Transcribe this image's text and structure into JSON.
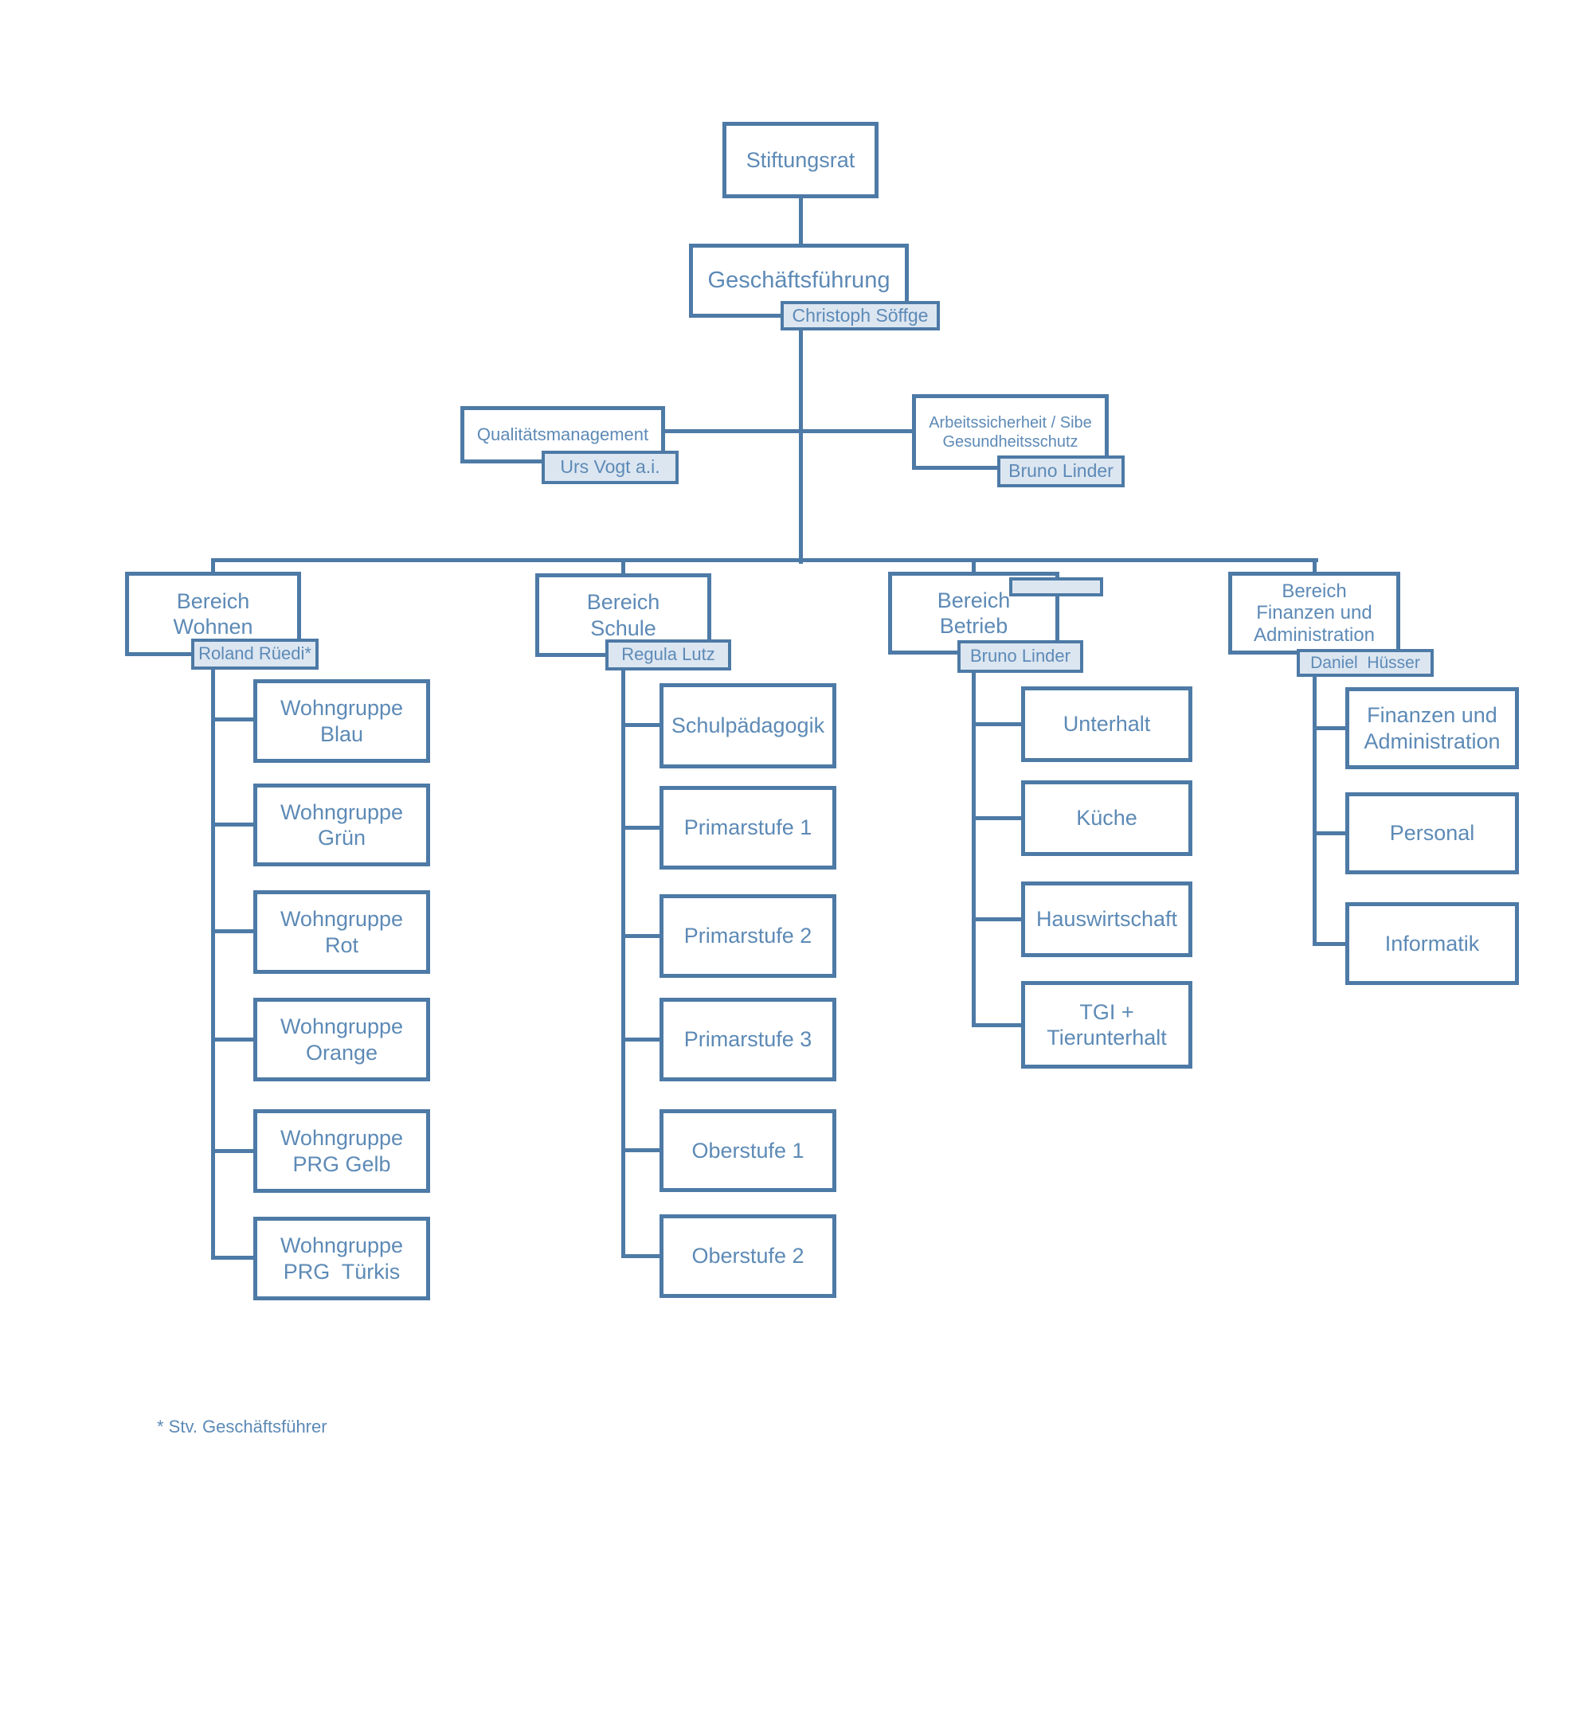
{
  "org_chart": {
    "root": {
      "label": "Stiftungsrat"
    },
    "management": {
      "label": "Geschäftsführung",
      "person": "Christoph Söffge"
    },
    "staff_units": [
      {
        "label": "Qualitätsmanagement",
        "person": "Urs Vogt a.i."
      },
      {
        "label": "Arbeitssicherheit / Sibe\nGesundheitsschutz",
        "person": "Bruno Linder"
      }
    ],
    "branches": [
      {
        "label": "Bereich\nWohnen",
        "person": "Roland Rüedi*",
        "children": [
          "Wohngruppe\nBlau",
          "Wohngruppe\nGrün",
          "Wohngruppe\nRot",
          "Wohngruppe\nOrange",
          "Wohngruppe\nPRG Gelb",
          "Wohngruppe\nPRG  Türkis"
        ]
      },
      {
        "label": "Bereich\nSchule",
        "person": "Regula Lutz",
        "children": [
          "Schulpädagogik",
          "Primarstufe 1",
          "Primarstufe 2",
          "Primarstufe 3",
          "Oberstufe 1",
          "Oberstufe 2"
        ]
      },
      {
        "label": "Bereich\nBetrieb",
        "person": "Bruno Linder",
        "children": [
          "Unterhalt",
          "Küche",
          "Hauswirtschaft",
          "TGI +\nTierunterhalt"
        ]
      },
      {
        "label": "Bereich\nFinanzen und\nAdministration",
        "person": "Daniel  Hüsser",
        "children": [
          "Finanzen und\nAdministration",
          "Personal",
          "Informatik"
        ]
      }
    ],
    "footnote": "* Stv. Geschäftsführer",
    "colors": {
      "line": "#4d7aa6",
      "text": "#5d8ab6",
      "tag_fill": "#dce6f1",
      "background": "#ffffff"
    }
  }
}
